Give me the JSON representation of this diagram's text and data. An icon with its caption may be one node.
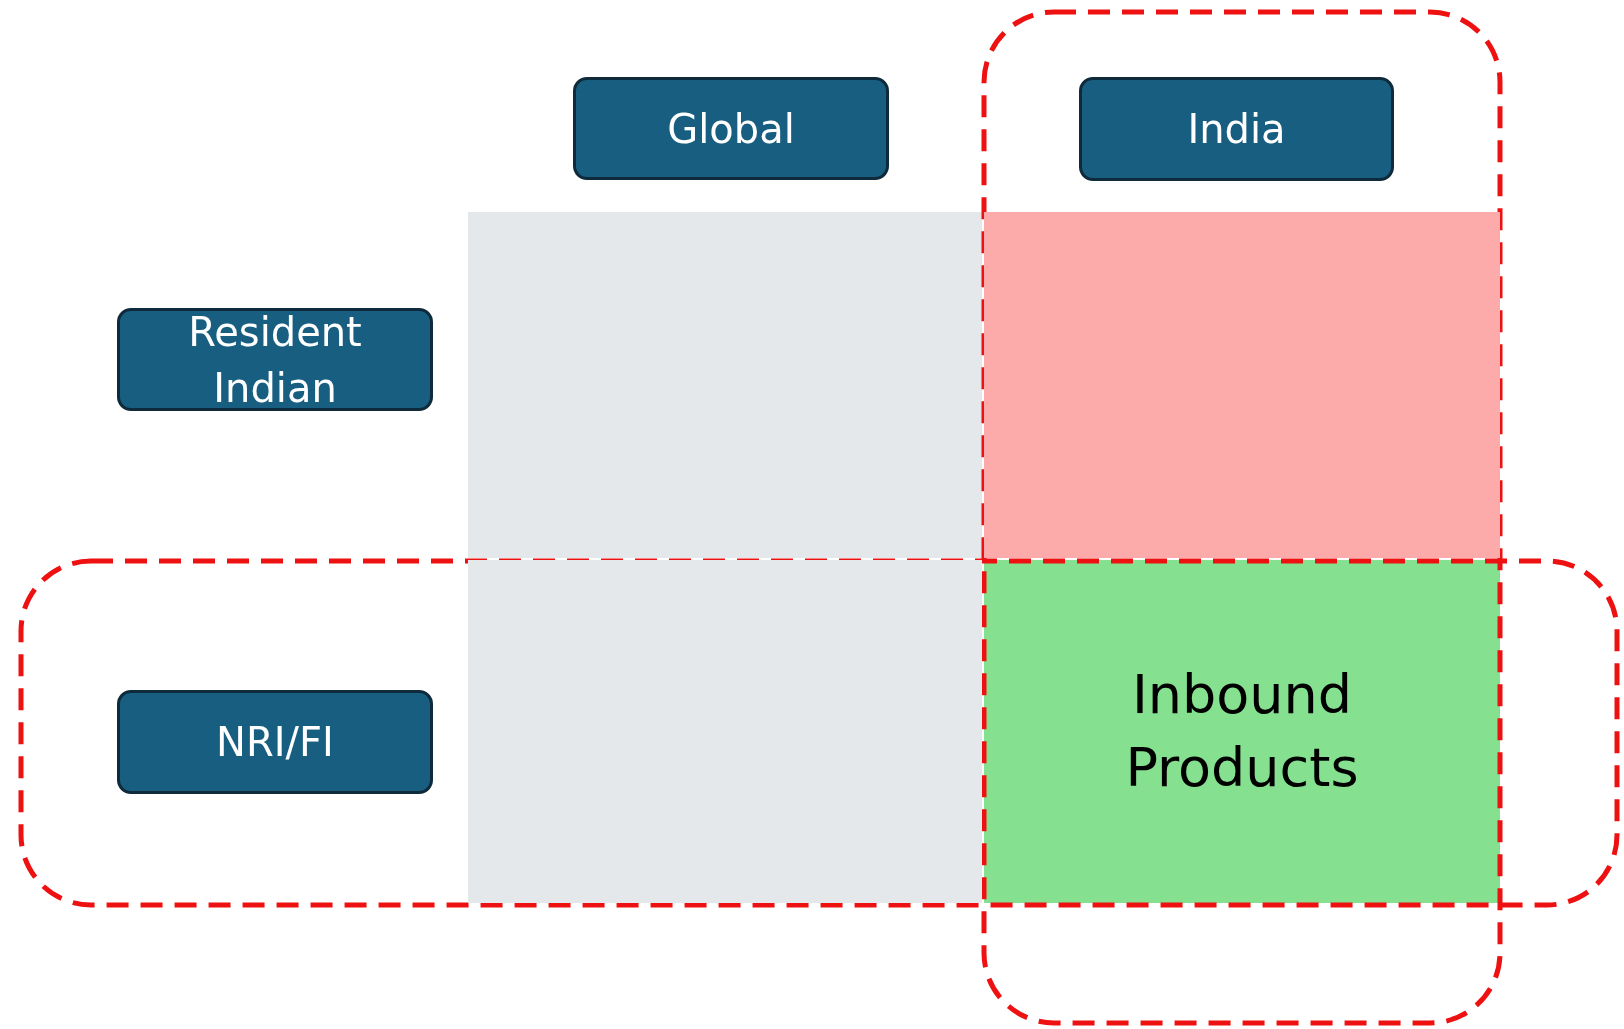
{
  "diagram": {
    "nodes": [
      {
        "text": [],
        "shape": "box"
      },
      {
        "text": [
          "Global"
        ]
      },
      {
        "text": [
          "India"
        ],
        "in": 0
      },
      {
        "text": [
          "Resident Indian"
        ]
      },
      {
        "text": [],
        "shape": "box"
      },
      {
        "text": [],
        "shape": "box",
        "in": 0
      },
      {
        "text": [],
        "shape": "box"
      },
      {
        "text": [
          "NRI/FI"
        ],
        "in": 6
      },
      {
        "text": [],
        "shape": "box",
        "in": 6
      },
      {
        "text": [
          "Inbound Products"
        ]
      }
    ],
    "edges": []
  }
}
